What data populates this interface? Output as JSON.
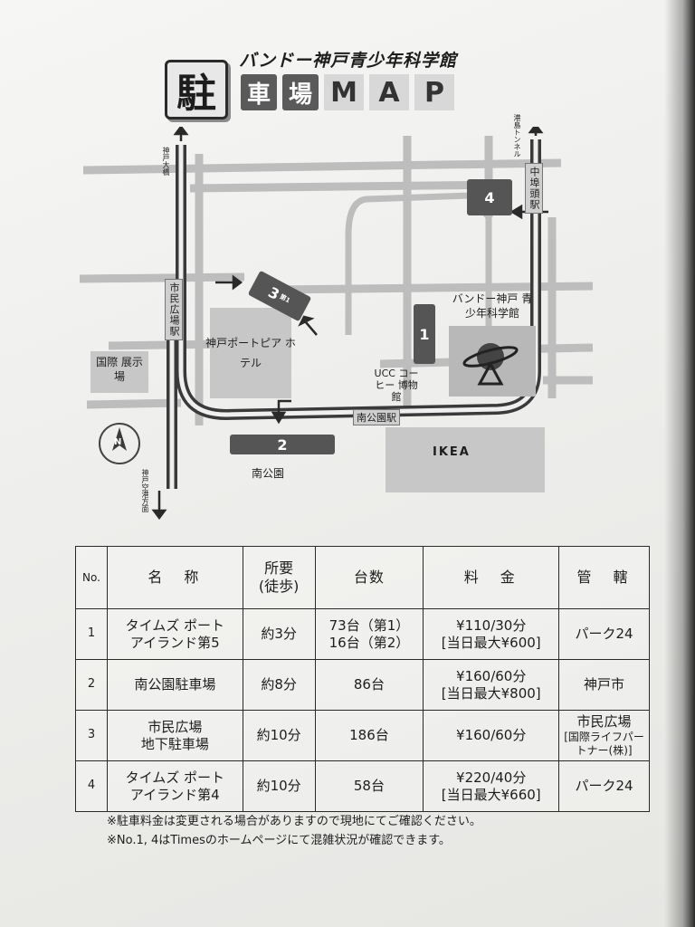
{
  "title": {
    "brand": "バンドー神戸青少年科学館",
    "big_char": "駐",
    "boxed_chars": [
      "車",
      "場"
    ],
    "letters": [
      "M",
      "A",
      "P"
    ]
  },
  "map": {
    "labels": {
      "kobe_ohashi": "神戸大橋",
      "minatojima_tunnel": "港島トンネル",
      "naka_futo_station": "中埠頭駅",
      "shimin_hiroba_station": "市民広場駅",
      "minami_koen_station": "南公園駅",
      "portopia_hotel": "神戸ポートピア ホテル",
      "science_museum": "バンドー神戸 青少年科学館",
      "ucc_museum": "UCC コーヒー 博物館",
      "intl_exhibition": "国際 展示場",
      "ikea": "IKEA",
      "minami_koen": "南公園",
      "kobe_airport": "神戸空港方面",
      "north": "N",
      "lot3_sub": "第1"
    },
    "lots": [
      "1",
      "2",
      "3",
      "4"
    ]
  },
  "table": {
    "headers": {
      "no": "No.",
      "name": "名　称",
      "time_line1": "所要",
      "time_line2": "(徒歩)",
      "capacity": "台数",
      "fee": "料　金",
      "manager": "管　轄"
    },
    "rows": [
      {
        "no": "1",
        "name1": "タイムズ ポート",
        "name2": "アイランド第5",
        "time": "約3分",
        "cap1": "73台（第1）",
        "cap2": "16台（第2）",
        "fee1": "¥110/30分",
        "fee2": "[当日最大¥600]",
        "mgr1": "パーク24",
        "mgr2": ""
      },
      {
        "no": "2",
        "name1": "南公園駐車場",
        "name2": "",
        "time": "約8分",
        "cap1": "86台",
        "cap2": "",
        "fee1": "¥160/60分",
        "fee2": "[当日最大¥800]",
        "mgr1": "神戸市",
        "mgr2": ""
      },
      {
        "no": "3",
        "name1": "市民広場",
        "name2": "地下駐車場",
        "time": "約10分",
        "cap1": "186台",
        "cap2": "",
        "fee1": "¥160/60分",
        "fee2": "",
        "mgr1": "市民広場",
        "mgr2": "[国際ライフパートナー(株)]"
      },
      {
        "no": "4",
        "name1": "タイムズ ポート",
        "name2": "アイランド第4",
        "time": "約10分",
        "cap1": "58台",
        "cap2": "",
        "fee1": "¥220/40分",
        "fee2": "[当日最大¥660]",
        "mgr1": "パーク24",
        "mgr2": ""
      }
    ]
  },
  "notes": [
    "※駐車料金は変更される場合がありますので現地にてご確認ください。",
    "※No.1, 4はTimesのホームページにて混雑状況が確認できます。"
  ]
}
